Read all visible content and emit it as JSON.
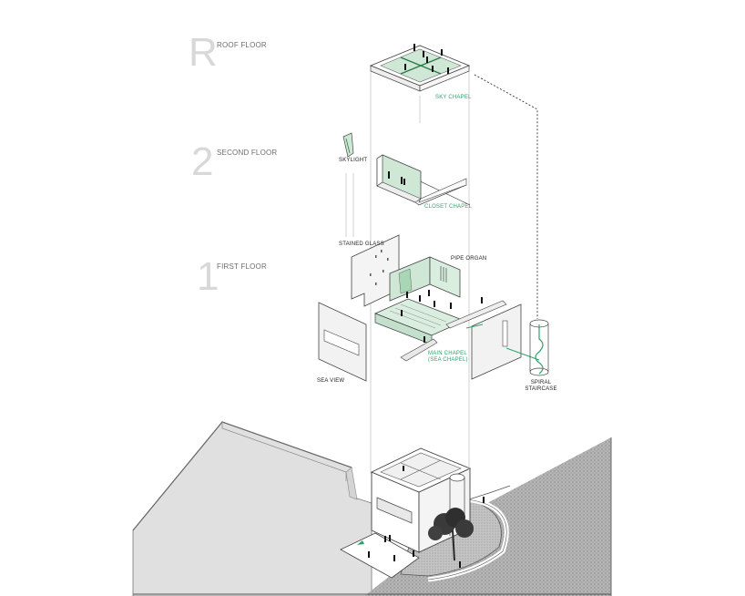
{
  "diagram": {
    "type": "exploded axonometric architectural diagram",
    "accent_color": "#2fa36b",
    "fill_green": "#cfe8d6",
    "ground_colors": {
      "plaza": "#e0e0e0",
      "textured_ground": "#a9a9a9"
    },
    "floors": [
      {
        "number": "R",
        "label": "ROOF FLOOR"
      },
      {
        "number": "2",
        "label": "SECOND FLOOR"
      },
      {
        "number": "1",
        "label": "FIRST FLOOR"
      }
    ],
    "labels": {
      "sky_chapel": "SKY CHAPEL",
      "skylight": "SKYLIGHT",
      "closet_chapel": "CLOSET CHAPEL",
      "stained_glass": "STAINED GLASS",
      "pipe_organ": "PIPE ORGAN",
      "main_chapel_line1": "MAIN CHAPEL",
      "main_chapel_line2": "(SEA CHAPEL)",
      "sea_view": "SEA VIEW",
      "spiral_staircase_line1": "SPIRAL",
      "spiral_staircase_line2": "STAIRCASE"
    }
  }
}
